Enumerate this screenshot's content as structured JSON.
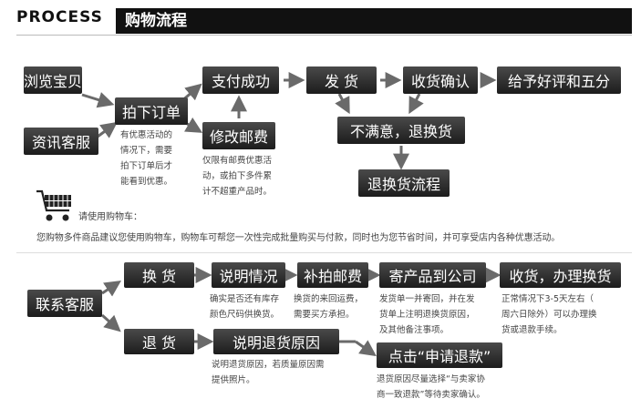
{
  "header": {
    "title_en": "PROCESS",
    "title_zh": "购物流程"
  },
  "shopping_flow": {
    "browse": "浏览宝贝",
    "customer_service": "资讯客服",
    "place_order": "拍下订单",
    "pay": "支付成功",
    "modify_postage": "修改邮费",
    "ship": "发  货",
    "confirm_receipt": "收货确认",
    "five_star": "给予好评和五分",
    "unsatisfied": "不满意，退换货",
    "return_process": "退换货流程",
    "order_note": [
      "有优惠活动的",
      "情况下，需要",
      "拍下订单后才",
      "能看到优惠。"
    ],
    "postage_note": [
      "仅限有邮费优惠活",
      "动，或拍下多件累",
      "计不超重产品时。"
    ]
  },
  "cart": {
    "icon": "shopping-cart-icon",
    "label": "请使用购物车：",
    "text": "您购物多件商品建议您使用购物车，购物车可帮您一次性完成批量购买与付款，同时也为您节省时间，并可享受店内各种优惠活动。"
  },
  "return_flow": {
    "contact": "联系客服",
    "exchange": "换  货",
    "explain": "说明情况",
    "postage": "补拍邮费",
    "send": "寄产品到公司",
    "receive": "收货，办理换货",
    "refund": "退  货",
    "explain_reason": "说明退货原因",
    "click_apply": "点击“申请退款”",
    "explain_note": [
      "确实是否还有库存",
      "颜色尺码供换货。"
    ],
    "postage_note": [
      "换货的来回运费，",
      "需要买方承担。"
    ],
    "send_note": [
      "发货单一并寄回，并在发",
      "货单上注明退换货原因，",
      "及其他备注事项。"
    ],
    "receive_note": [
      "正常情况下3-5天左右（",
      "周六日除外）可以办理换",
      "货或退款手续。"
    ],
    "reason_note": [
      "说明退货原因，若质量原因需",
      "提供照片。"
    ],
    "apply_note": [
      "退货原因尽量选择“与卖家协",
      "商一致退款”等待卖家确认。"
    ]
  },
  "colors": {
    "box": "#222222",
    "arrow": "#6a6a6a",
    "header_bg": "#111111"
  }
}
